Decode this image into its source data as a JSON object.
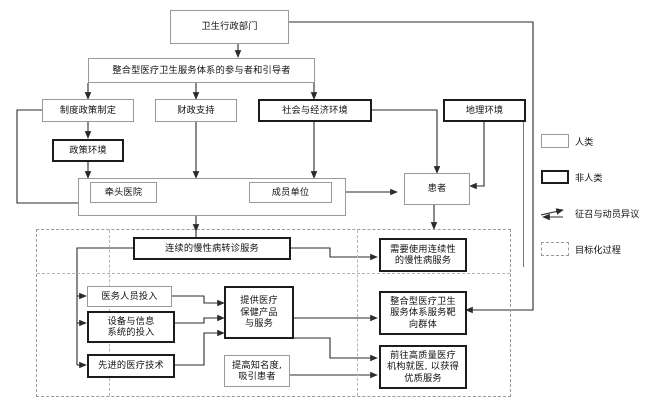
{
  "diagram": {
    "title_box": "卫生行政部门",
    "subtitle_box": "整合型医疗卫生服务体系的参与者和引导者",
    "nodes": {
      "policy_making": "制度政策制定",
      "policy_environment": "政策环境",
      "financial_support": "财政支持",
      "social_economic_environment": "社会与经济环境",
      "geographic_environment": "地理环境",
      "lead_hospital": "牵头医院",
      "member_unit": "成员单位",
      "patient": "患者",
      "continuous_chronic_referral": "连续的慢性病转诊服务",
      "medical_staff_input": "医务人员投入",
      "equipment_info_input": "设备与信息\n系统的投入",
      "advanced_medical_tech": "先进的医疗技术",
      "provide_healthcare_products": "提供医疗\n保健产品\n与服务",
      "raise_awareness": "提高知名度,\n吸引患者",
      "need_continuous_chronic": "需要使用连续性\n的慢性病服务",
      "integrated_target_group": "整合型医疗卫生\n服务体系服务靶\n向群体",
      "seek_high_quality": "前往高质量医疗\n机构就医, 以获得\n优质服务"
    }
  },
  "legend": {
    "items": [
      {
        "label": "人类",
        "style": "thin-box"
      },
      {
        "label": "非人类",
        "style": "thick-box"
      },
      {
        "label": "征召与动员异议",
        "style": "bidirectional-arrow"
      },
      {
        "label": "目标化过程",
        "style": "dashed-box"
      }
    ]
  },
  "colors": {
    "thin_border": "#9a9a9a",
    "thick_border": "#1c1c1c",
    "line": "#2b2b2b",
    "dashed": "#b5b5b5",
    "background": "#ffffff"
  }
}
